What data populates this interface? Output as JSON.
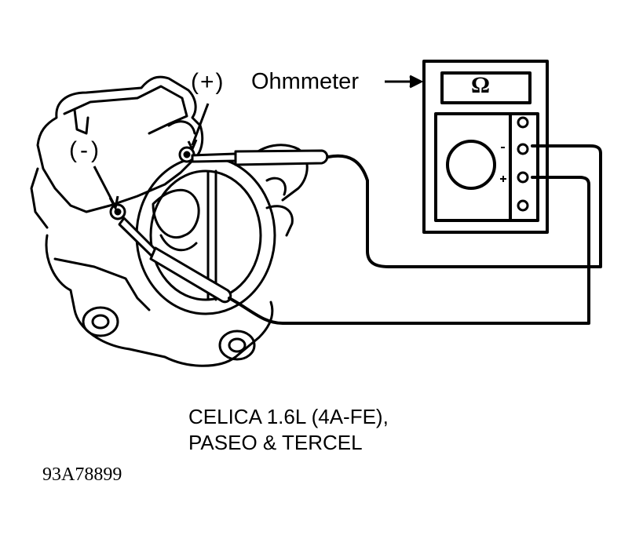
{
  "labels": {
    "positive_terminal": "(+)",
    "negative_terminal": "(-)",
    "meter": "Ohmmeter",
    "meter_display": "Ω"
  },
  "caption": {
    "line1": "CELICA 1.6L (4A-FE),",
    "line2": "PASEO & TERCEL"
  },
  "figure_code": "93A78899",
  "colors": {
    "ink": "#000000",
    "paper": "#ffffff"
  }
}
